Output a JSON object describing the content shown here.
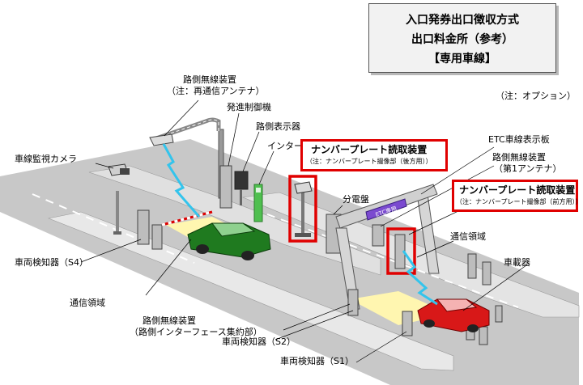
{
  "title": {
    "line1": "入口発券出口徴収方式",
    "line2": "出口料金所（参考）",
    "line3": "【専用車線】"
  },
  "option_note": "（注：オプション）",
  "labels": {
    "roadside_radio_device": "路側無線装置",
    "roadside_radio_note": "（注：再通信アンテナ）",
    "departure_controller": "発進制御機",
    "roadside_display": "路側表示器",
    "intercom": "インターホン",
    "lane_camera": "車線監視カメラ",
    "plate_reader_rear": "ナンバープレート読取装置",
    "plate_reader_rear_note": "（注：ナンバープレート撮像部（後方用））",
    "distribution_board": "分電盤",
    "etc_lane_display": "ETC車線表示板",
    "roadside_radio_1st": "路側無線装置",
    "roadside_radio_1st_note": "（第1アンテナ）",
    "plate_reader_front": "ナンバープレート読取装置",
    "plate_reader_front_note": "（注：ナンバープレート撮像部（前方用））",
    "comm_area_right": "通信領域",
    "onboard_unit": "車載器",
    "detector_s4": "車両検知器（S4）",
    "comm_area_left": "通信領域",
    "roadside_radio_interface": "路側無線装置",
    "roadside_radio_interface_note": "（路側インターフェース集約部）",
    "detector_s2": "車両検知器（S2）",
    "detector_s1": "車両検知器（S1）"
  },
  "gantry_sign": "ETC専用",
  "colors": {
    "highlight": "#e00000",
    "road": "#c8c8c8",
    "island": "#e4e4e4",
    "comm_area": "#fff6b0",
    "green_car": "#1f7a1f",
    "red_car": "#d81818",
    "beam": "#33c4ec",
    "intercom_green": "#4fbf4f"
  }
}
